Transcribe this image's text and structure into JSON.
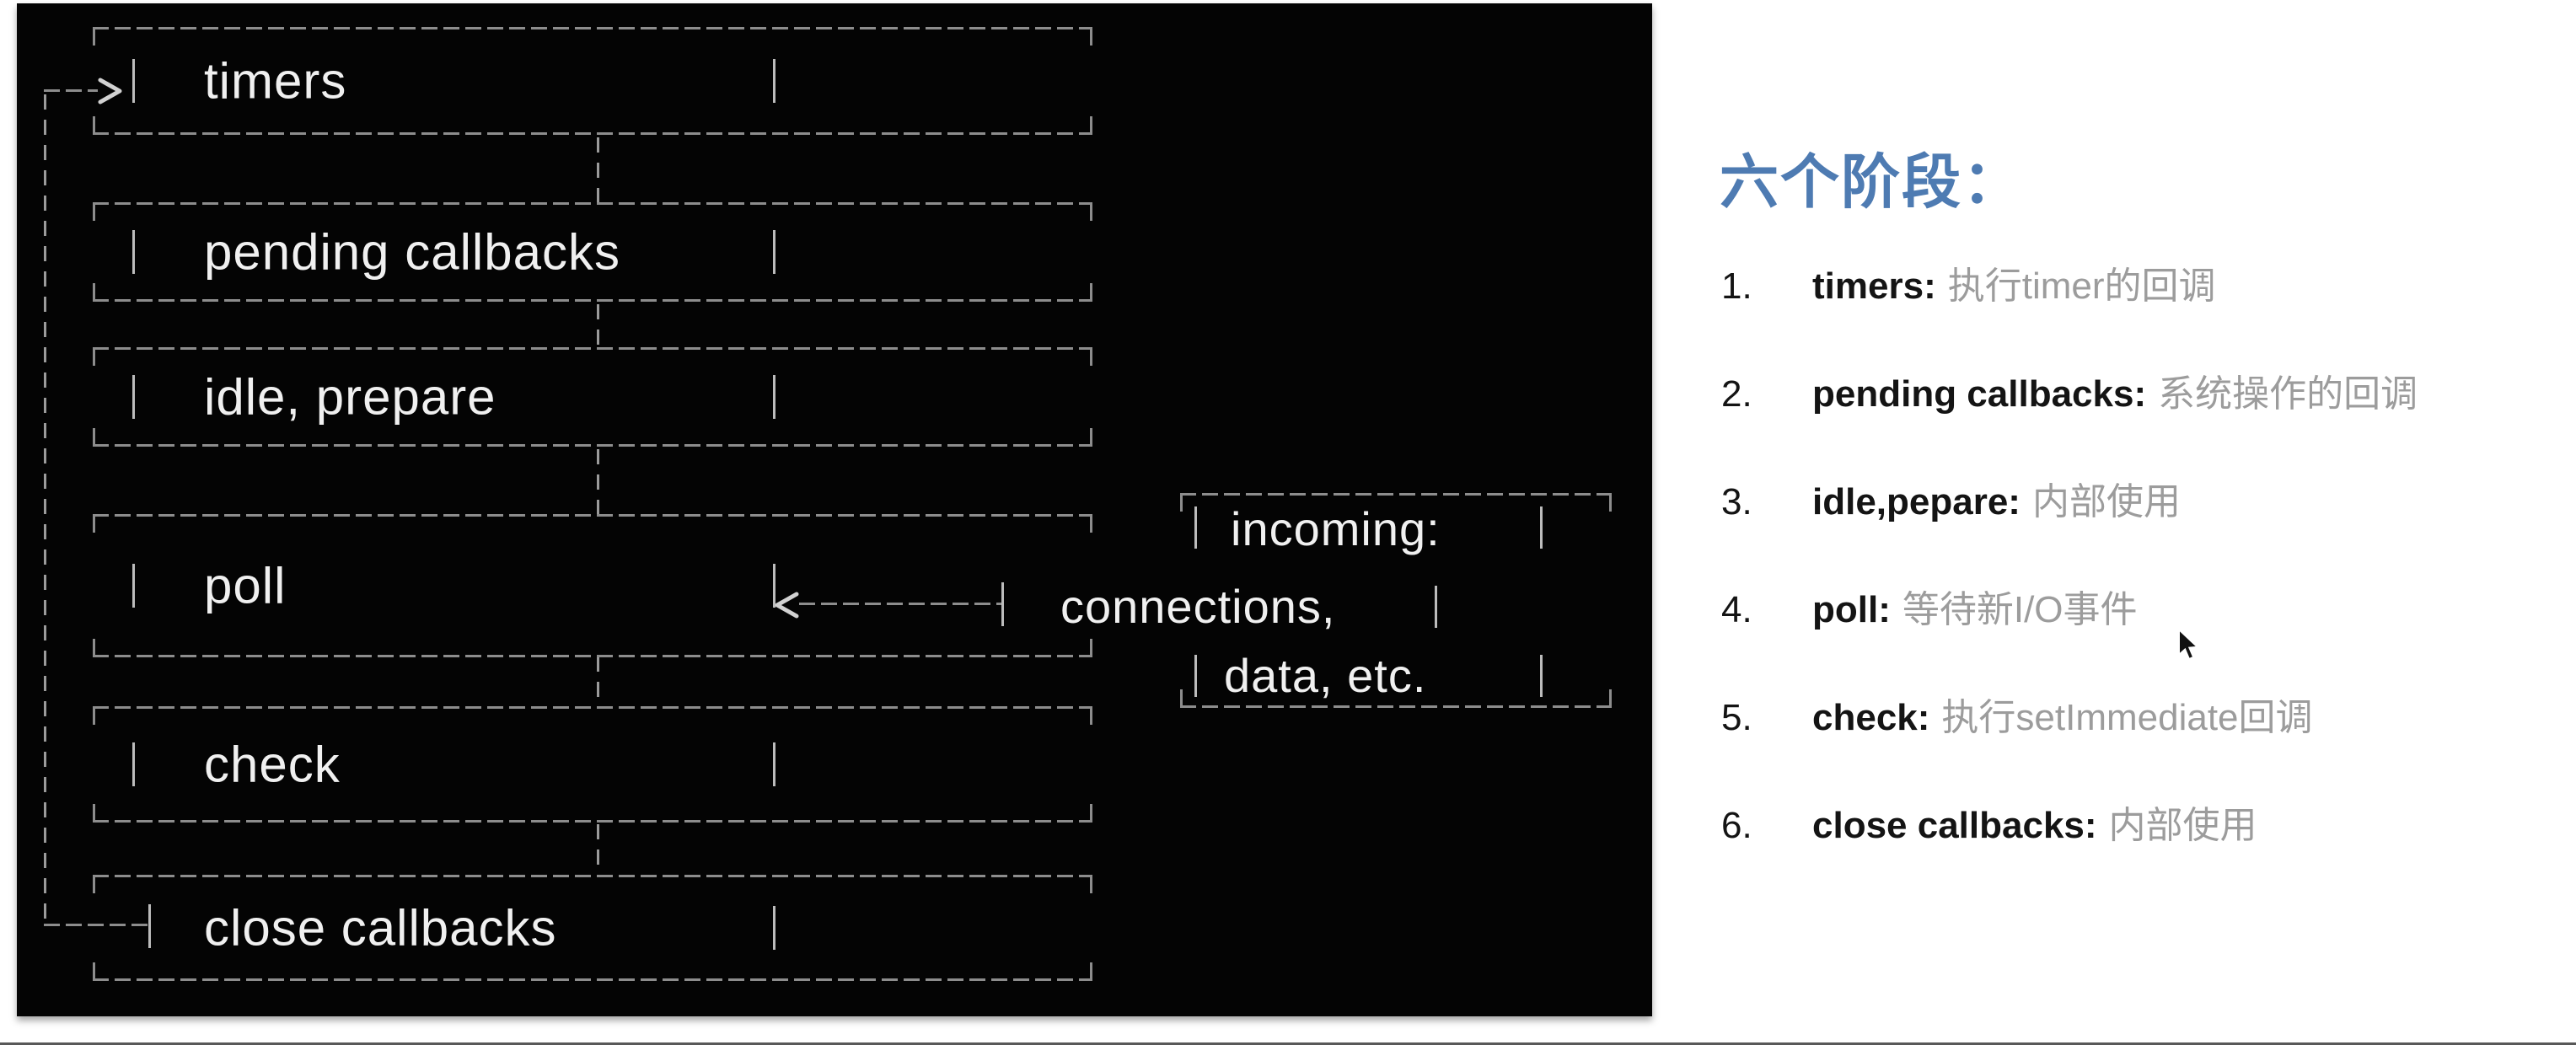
{
  "diagram": {
    "boxes": [
      {
        "label": "timers"
      },
      {
        "label": "pending callbacks"
      },
      {
        "label": "idle, prepare"
      },
      {
        "label": "poll"
      },
      {
        "label": "check"
      },
      {
        "label": "close callbacks"
      }
    ],
    "incoming_box": {
      "line1": "incoming:",
      "line2": "connections,",
      "line3": "data, etc."
    },
    "background_color": "#040404",
    "line_color": "#8d8d8d",
    "text_color": "#f0f0f0"
  },
  "notes": {
    "title": "六个阶段：",
    "accent_color": "#4e7bb2",
    "items": [
      {
        "num": "1.",
        "term": "timers:",
        "desc": "执行timer的回调"
      },
      {
        "num": "2.",
        "term": "pending callbacks:",
        "desc": "系统操作的回调"
      },
      {
        "num": "3.",
        "term": "idle,pepare:",
        "desc": "内部使用"
      },
      {
        "num": "4.",
        "term": "poll:",
        "desc": "等待新I/O事件"
      },
      {
        "num": "5.",
        "term": "check:",
        "desc": "执行setImmediate回调"
      },
      {
        "num": "6.",
        "term": "close callbacks:",
        "desc": "内部使用"
      }
    ]
  }
}
